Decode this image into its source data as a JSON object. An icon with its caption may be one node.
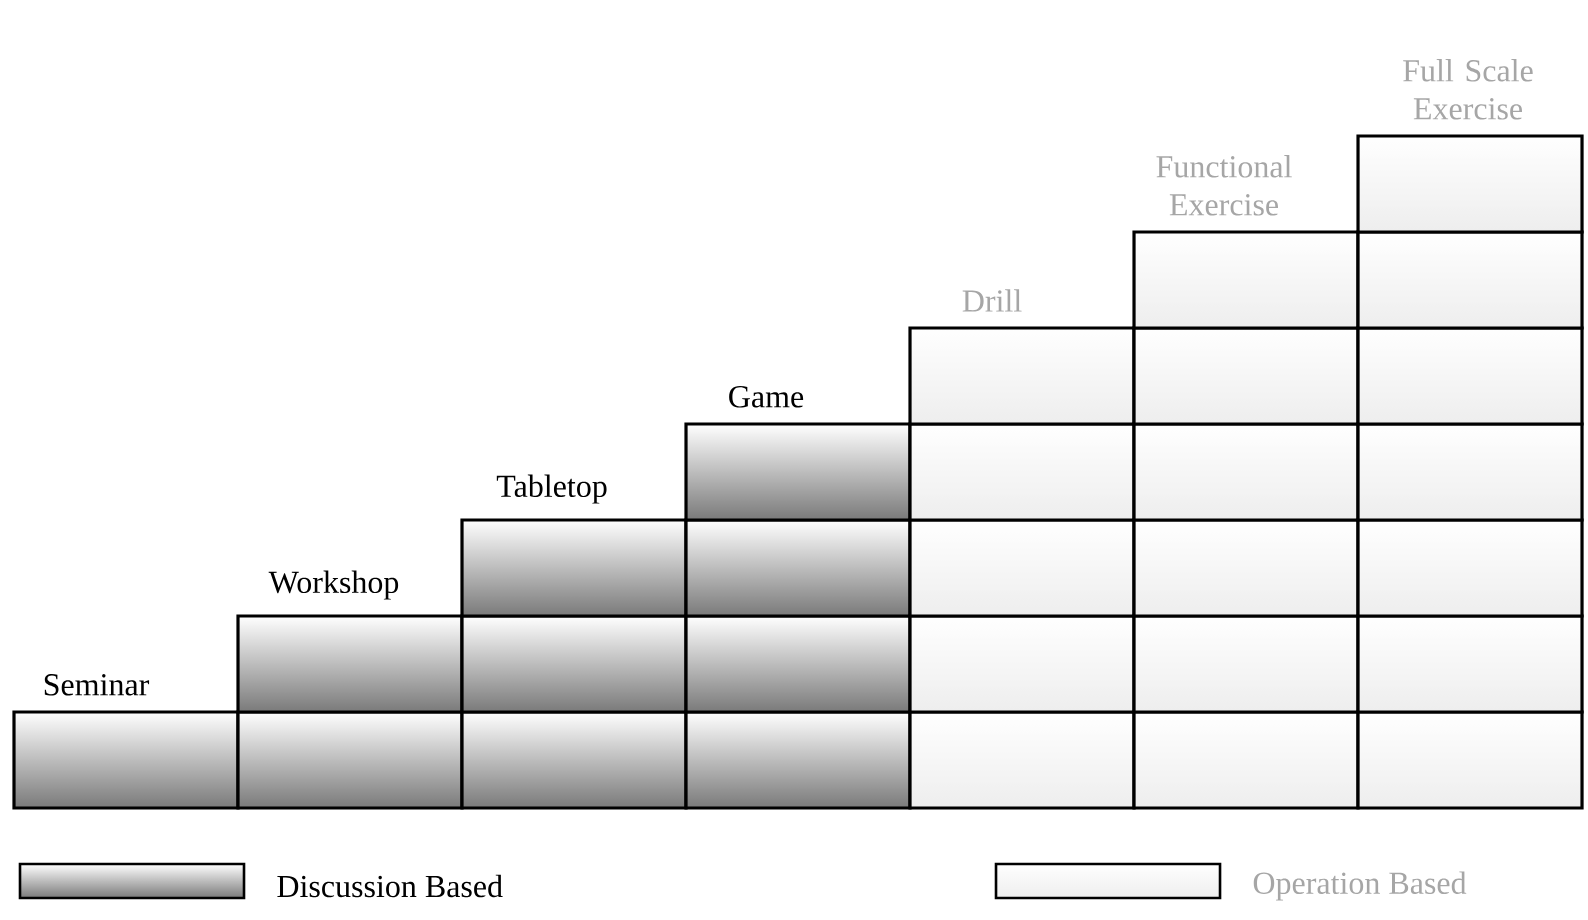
{
  "diagram": {
    "nodes": [
      {
        "text": [
          "Seminar"
        ]
      },
      {
        "text": [
          "Workshop"
        ]
      },
      {
        "text": [
          "Tabletop"
        ]
      },
      {
        "text": [
          "Game"
        ]
      },
      {
        "text": [
          "Drill"
        ]
      },
      {
        "text": [
          "Functional Exercise"
        ]
      },
      {
        "text": [
          "Full Scale Exercise"
        ]
      }
    ],
    "legend": [
      {
        "text": "Discussion Based",
        "color": "#7a7a7a"
      },
      {
        "text": "Operation Based",
        "color": "#eeeeee"
      }
    ]
  }
}
